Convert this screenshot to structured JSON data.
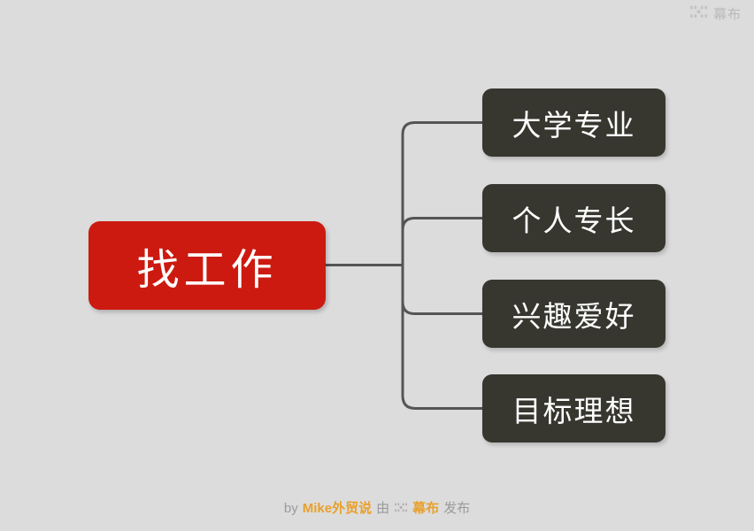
{
  "watermark": {
    "logo_icon": "mubu-logo-icon",
    "label": "幕布"
  },
  "diagram": {
    "type": "mindmap",
    "root": {
      "label": "找工作",
      "color": "#cc1a10",
      "text_color": "#ffffff"
    },
    "children": [
      {
        "label": "大学专业",
        "color": "#373730",
        "text_color": "#ffffff"
      },
      {
        "label": "个人专长",
        "color": "#373730",
        "text_color": "#ffffff"
      },
      {
        "label": "兴趣爱好",
        "color": "#373730",
        "text_color": "#ffffff"
      },
      {
        "label": "目标理想",
        "color": "#373730",
        "text_color": "#ffffff"
      }
    ],
    "connector_color": "#555555",
    "background_color": "#dcdcdc"
  },
  "footer": {
    "prefix": "by",
    "author": "Mike外贸说",
    "middle": "由",
    "logo_icon": "mubu-logo-icon",
    "brand": "幕布",
    "suffix": "发布",
    "accent_color": "#e8a02c",
    "muted_color": "#9a9a9a"
  }
}
